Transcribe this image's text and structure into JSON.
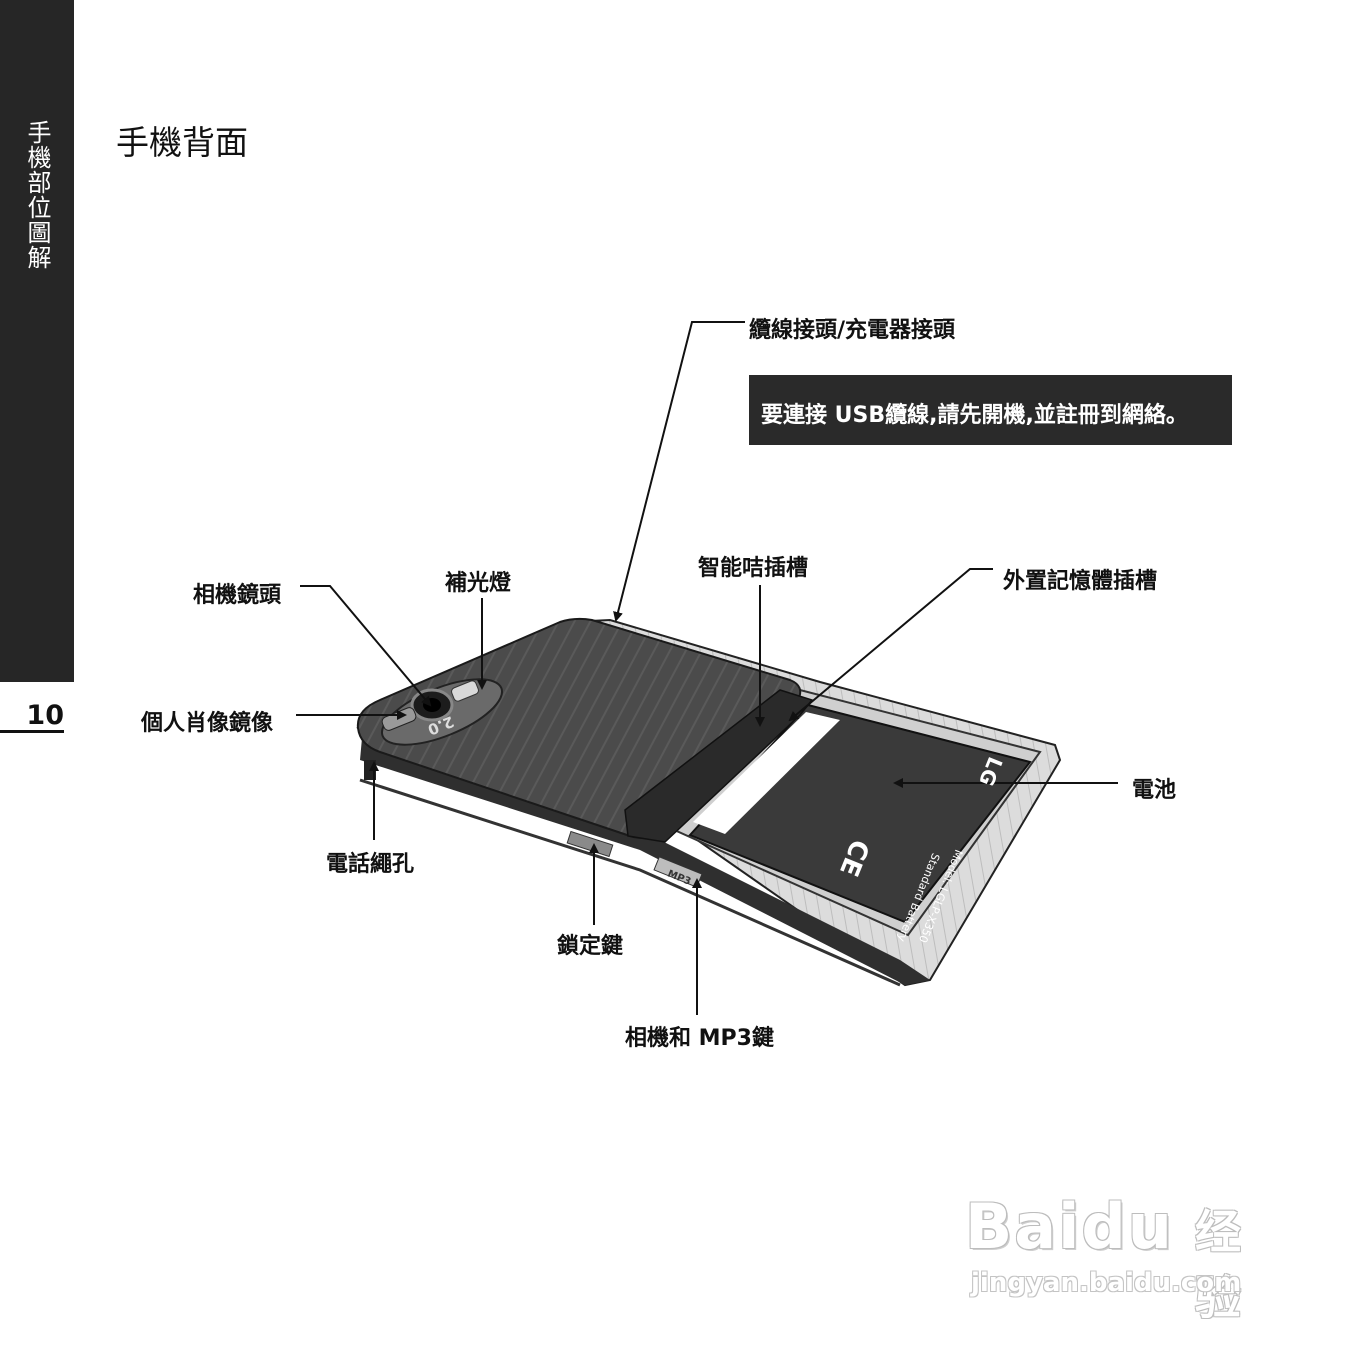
{
  "sidebar": {
    "section_title": "手機部位圖解"
  },
  "page": {
    "number": "10",
    "title": "手機背面"
  },
  "labels": {
    "cable_connector": "纜線接頭/充電器接頭",
    "smart_card_slot": "智能咭插槽",
    "memory_slot": "外置記憶體插槽",
    "camera_lens": "相機鏡頭",
    "flash": "補光燈",
    "self_portrait_mirror": "個人肖像鏡像",
    "battery": "電池",
    "strap_hole": "電話繩孔",
    "lock_key": "鎖定鍵",
    "camera_mp3_key": "相機和 MP3鍵"
  },
  "note": {
    "text": "要連接 USB纜線,請先開機,並註冊到網絡。"
  },
  "device_printing": {
    "camera_marking": "2.0",
    "battery_brand": "LG",
    "battery_model": "Model: LGLP-X350",
    "battery_type": "Standard Battery",
    "ce_mark": "CE",
    "side_button": "MP3"
  },
  "watermark": {
    "brand": "Baidu",
    "sub": "经验",
    "url": "jingyan.baidu.com"
  },
  "colors": {
    "sidebar": "#262626",
    "note_box": "#2a2a2a",
    "phone_cover": "#4a4a4a",
    "phone_body": "#d9d9d9"
  }
}
